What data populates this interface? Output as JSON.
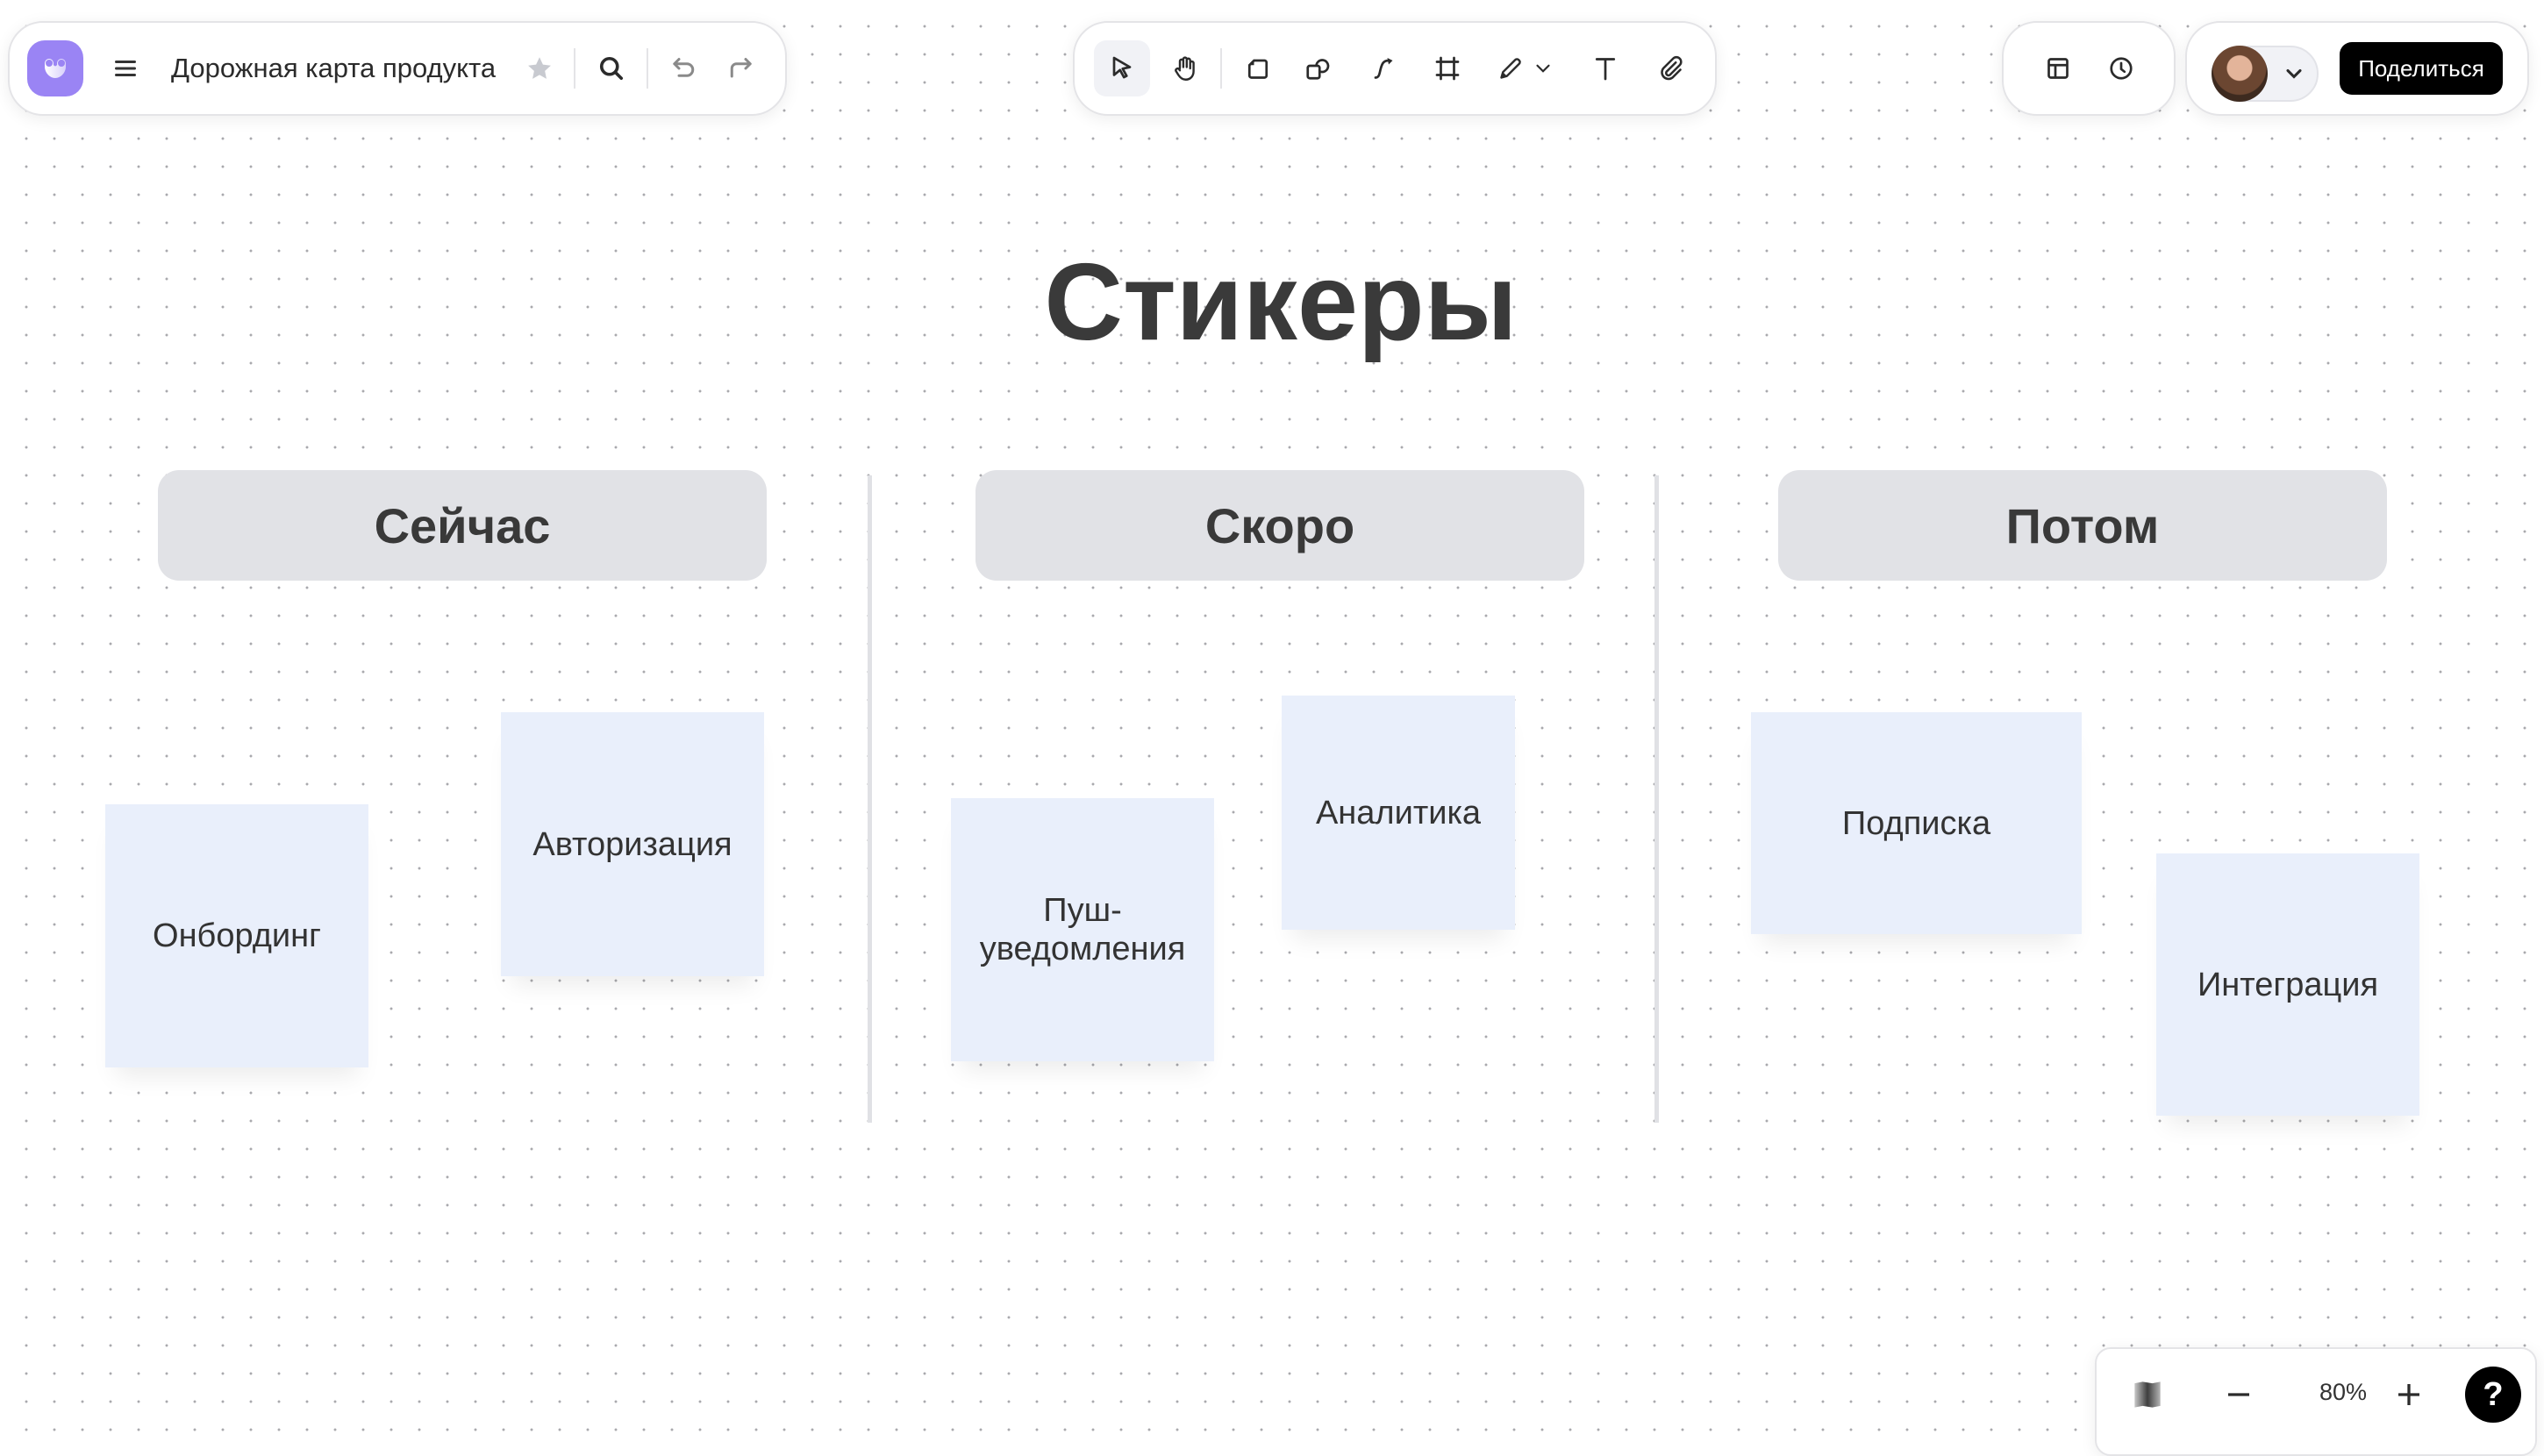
{
  "header": {
    "document_title": "Дорожная карта продукта",
    "share_label": "Поделиться",
    "icons": {
      "logo": "app-logo-icon",
      "menu": "hamburger-menu-icon",
      "favorite": "star-icon",
      "search": "search-icon",
      "undo": "undo-icon",
      "redo": "redo-icon",
      "templates": "layout-icon",
      "history": "clock-icon",
      "account": "avatar-chevron-down-icon"
    }
  },
  "tools": [
    {
      "id": "select",
      "icon": "cursor-icon",
      "active": true
    },
    {
      "id": "hand",
      "icon": "hand-icon",
      "active": false
    },
    {
      "id": "sticky",
      "icon": "sticky-note-icon",
      "active": false
    },
    {
      "id": "shapes",
      "icon": "shapes-icon",
      "active": false
    },
    {
      "id": "connector",
      "icon": "connector-icon",
      "active": false
    },
    {
      "id": "frame",
      "icon": "frame-icon",
      "active": false
    },
    {
      "id": "pen",
      "icon": "pencil-icon",
      "active": false,
      "has_dropdown": true
    },
    {
      "id": "text",
      "icon": "text-icon",
      "active": false
    },
    {
      "id": "attach",
      "icon": "paperclip-icon",
      "active": false
    }
  ],
  "board": {
    "title": "Стикеры",
    "columns": [
      {
        "header": "Сейчас",
        "stickies": [
          "Онбординг",
          "Авторизация"
        ]
      },
      {
        "header": "Скоро",
        "stickies": [
          "Пуш-уведомления",
          "Аналитика"
        ]
      },
      {
        "header": "Потом",
        "stickies": [
          "Подписка",
          "Интеграция"
        ]
      }
    ],
    "sticky_color": "#e9effb",
    "header_color": "#e1e2e6"
  },
  "zoom_controls": {
    "zoom_level": "80%",
    "help_label": "?",
    "icons": {
      "map": "minimap-icon",
      "zoom_out": "minus-icon",
      "zoom_in": "plus-icon",
      "help": "help-icon"
    }
  },
  "colors": {
    "brand": "#9a84f4",
    "share_button": "#000000",
    "active_tool_bg": "#f1f2f6"
  }
}
